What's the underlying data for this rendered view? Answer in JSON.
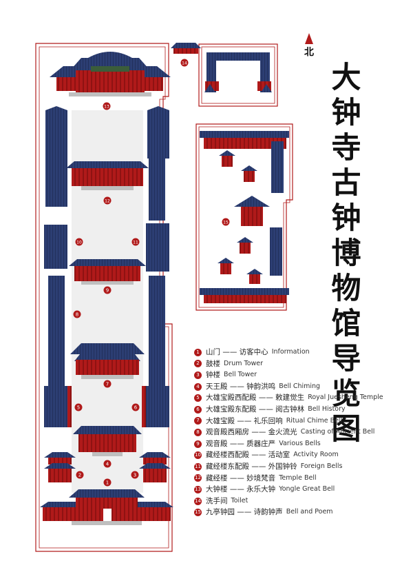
{
  "title": "大钟寺古钟博物馆导览图",
  "north_label": "北",
  "colors": {
    "wall": "#b01a1a",
    "roof": "#2c3e73",
    "path": "#e4e4e4"
  },
  "markers": [
    "1",
    "2",
    "3",
    "4",
    "5",
    "6",
    "7",
    "8",
    "9",
    "10",
    "11",
    "12",
    "13",
    "14",
    "15"
  ],
  "legend": [
    {
      "num": "1",
      "cn": "山门 —— 访客中心",
      "en": "Information"
    },
    {
      "num": "2",
      "cn": "鼓楼",
      "en": "Drum Tower"
    },
    {
      "num": "3",
      "cn": "钟楼",
      "en": "Bell Tower"
    },
    {
      "num": "4",
      "cn": "天王殿 —— 钟韵洪鸣",
      "en": "Bell Chiming"
    },
    {
      "num": "5",
      "cn": "大雄宝殿西配殿 —— 敕建觉生",
      "en": "Royal Juesheng Temple"
    },
    {
      "num": "6",
      "cn": "大雄宝殿东配殿 —— 阅古钟林",
      "en": "Bell History"
    },
    {
      "num": "7",
      "cn": "大雄宝殿 —— 礼乐回响",
      "en": "Ritual Chime Bell"
    },
    {
      "num": "8",
      "cn": "观音殿西厢房 —— 金火流光",
      "en": "Casting of Ancient Bell"
    },
    {
      "num": "9",
      "cn": "观音殿 —— 质器庄严",
      "en": "Various Bells"
    },
    {
      "num": "10",
      "cn": "藏经楼西配殿 —— 活动室",
      "en": "Activity Room"
    },
    {
      "num": "11",
      "cn": "藏经楼东配殿 —— 外国钟铃",
      "en": "Foreign Bells"
    },
    {
      "num": "12",
      "cn": "藏经楼 —— 妙境梵音",
      "en": "Temple Bell"
    },
    {
      "num": "13",
      "cn": "大钟楼 —— 永乐大钟",
      "en": "Yongle Great Bell"
    },
    {
      "num": "14",
      "cn": "洗手间",
      "en": "Toilet"
    },
    {
      "num": "15",
      "cn": "九亭钟园 —— 诗韵钟声",
      "en": "Bell and Poem"
    }
  ]
}
